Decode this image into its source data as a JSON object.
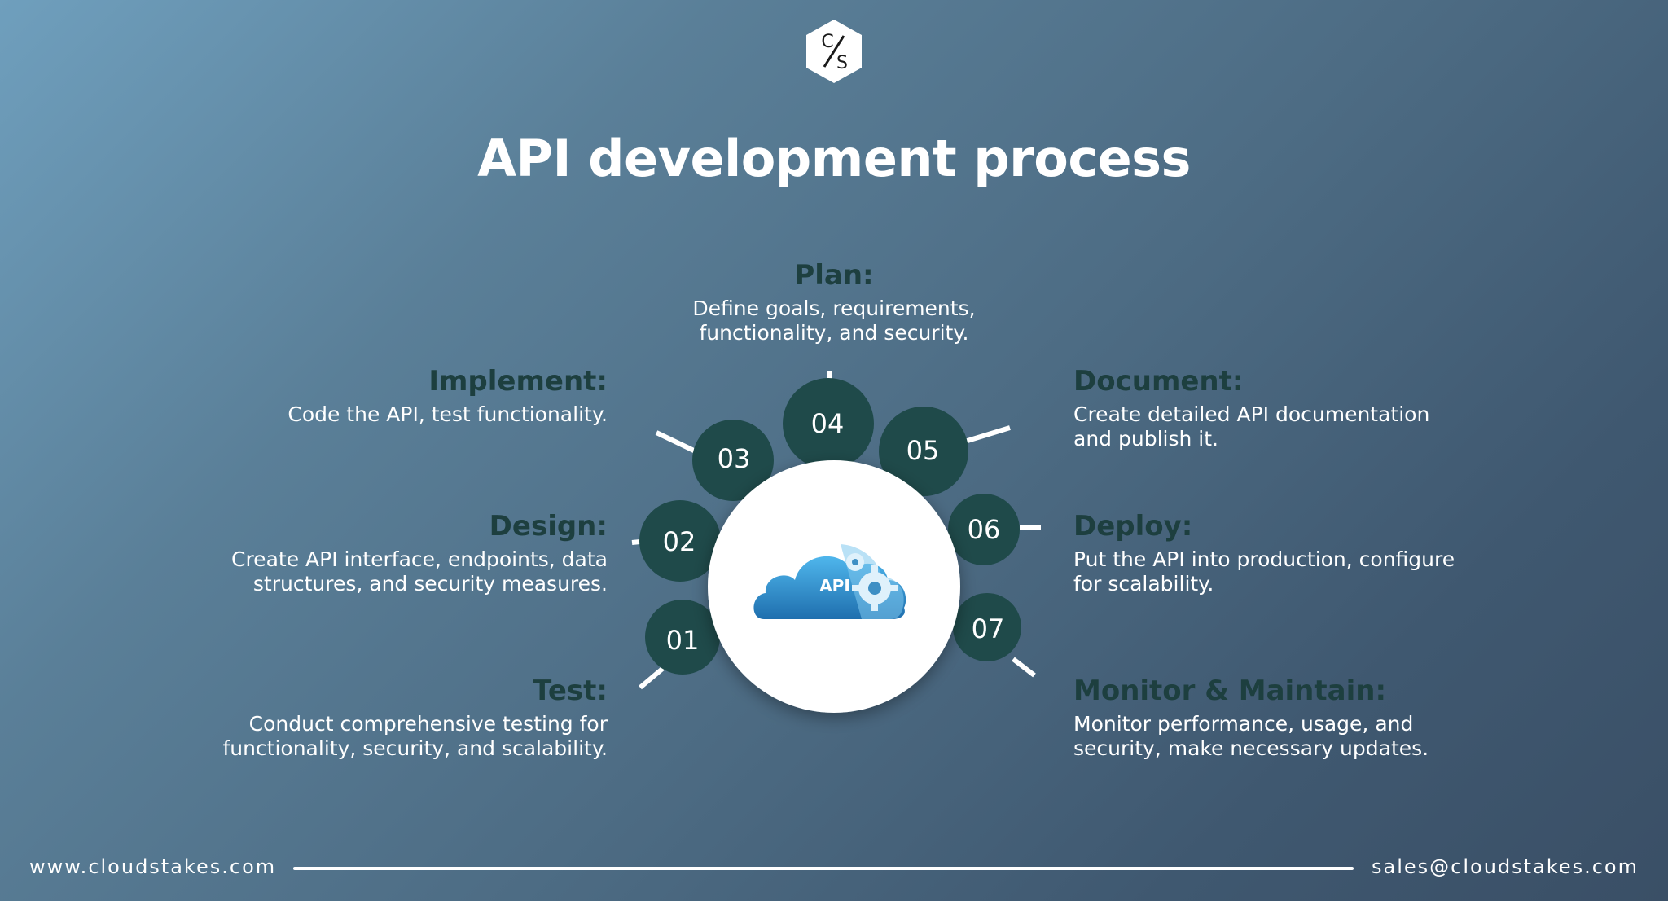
{
  "logo": {
    "text_top": "C",
    "text_bottom": "S"
  },
  "title": "API development process",
  "steps": [
    {
      "number": "01",
      "label": "Test:",
      "desc_lines": [
        "Conduct comprehensive testing for",
        "functionality, security, and scalability."
      ]
    },
    {
      "number": "02",
      "label": "Design:",
      "desc_lines": [
        "Create API interface, endpoints, data",
        "structures, and security measures."
      ]
    },
    {
      "number": "03",
      "label": "Implement:",
      "desc_lines": [
        "Code the API, test functionality."
      ]
    },
    {
      "number": "04",
      "label": "Plan:",
      "desc_lines": [
        "Define goals, requirements,",
        "functionality, and security."
      ]
    },
    {
      "number": "05",
      "label": "Document:",
      "desc_lines": [
        "Create detailed API documentation",
        "and publish it."
      ]
    },
    {
      "number": "06",
      "label": "Deploy:",
      "desc_lines": [
        "Put the API into production, configure",
        "for scalability."
      ]
    },
    {
      "number": "07",
      "label": "Monitor & Maintain:",
      "desc_lines": [
        "Monitor performance, usage, and",
        "security, make necessary updates."
      ]
    }
  ],
  "center": {
    "label": "API",
    "icon": "cloud-gear-icon"
  },
  "footer": {
    "website": "www.cloudstakes.com",
    "email": "sales@cloudstakes.com"
  },
  "colors": {
    "petal": "#1f4a4a",
    "label": "#1d3f3f",
    "cloud_top": "#3ea7e0",
    "cloud_bottom": "#1f6fae",
    "hub": "#ffffff"
  }
}
